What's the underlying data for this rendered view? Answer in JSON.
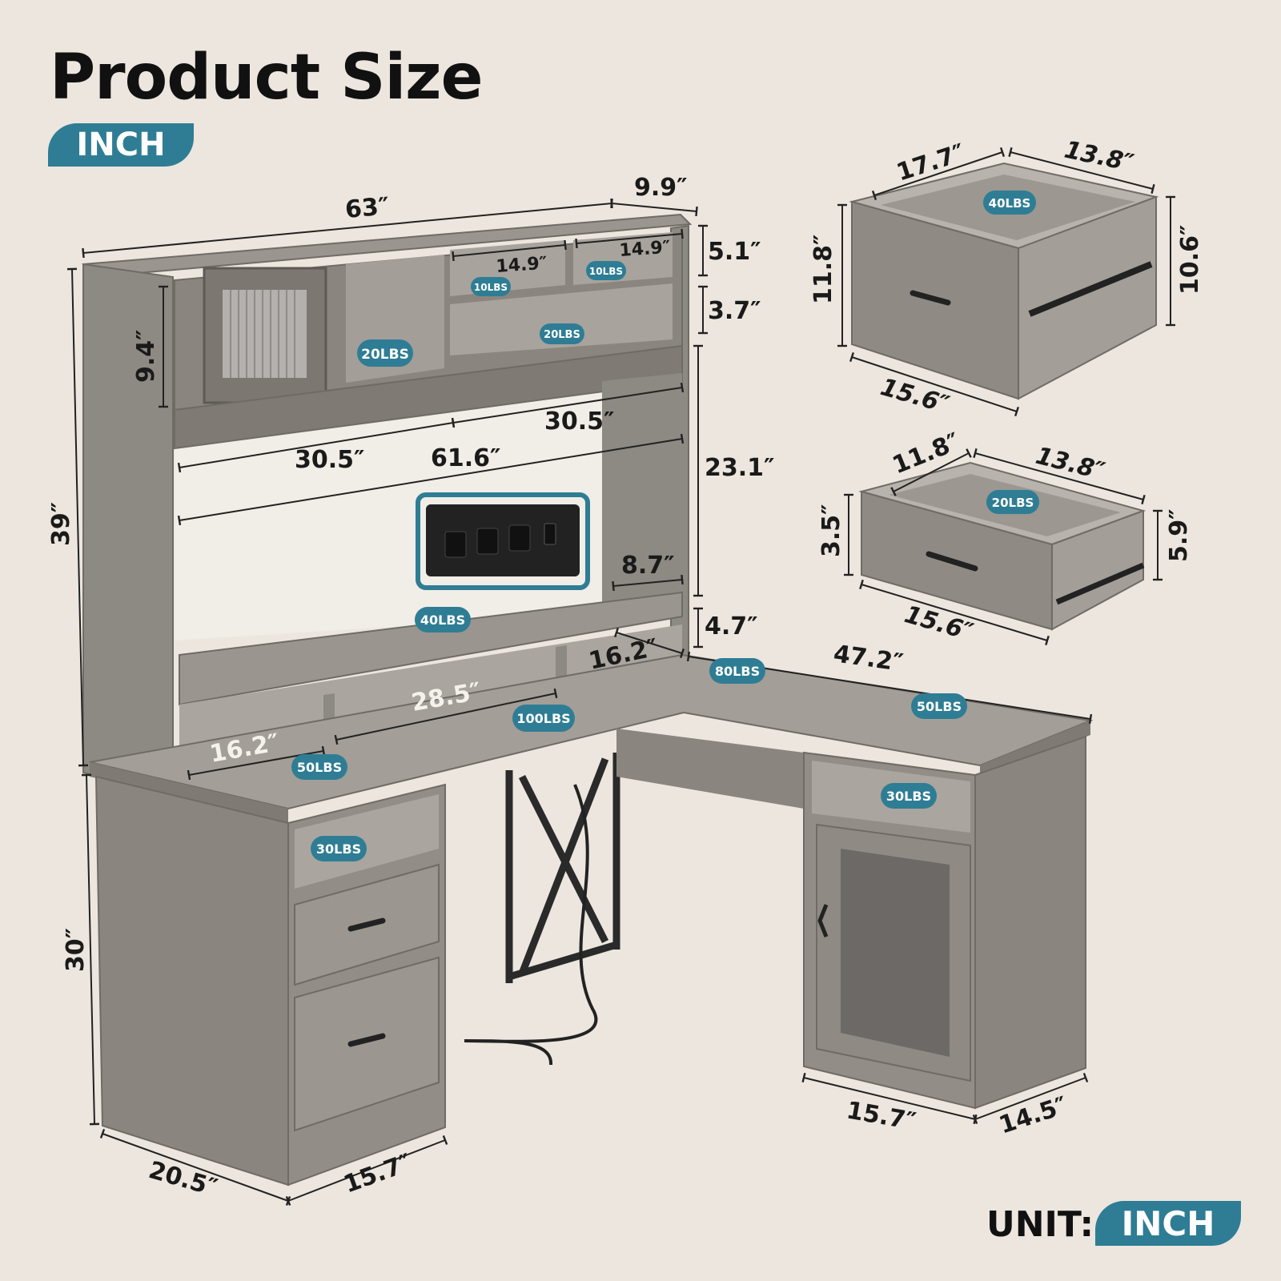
{
  "header": {
    "title": "Product Size",
    "unit_badge": "INCH"
  },
  "footer": {
    "unit_label": "UNIT:",
    "unit_badge": "INCH"
  },
  "colors": {
    "background": "#ece6de",
    "accent": "#2e7d94",
    "wood": "#8d8983",
    "wood_dark": "#6f6b65",
    "metal": "#2a2a2a",
    "dimension_text": "#1a1a1a"
  },
  "dimensions": {
    "hutch_width": "63″",
    "hutch_depth": "9.9″",
    "total_height": "39″",
    "cubby_height": "9.4″",
    "top_shelf_left": "14.9″",
    "top_shelf_right": "14.9″",
    "top_shelf_height": "5.1″",
    "mid_shelf_height": "3.7″",
    "upper_span_left": "30.5″",
    "upper_span_right": "30.5″",
    "inner_width": "61.6″",
    "open_height": "23.1″",
    "side_shelf_depth": "8.7″",
    "lower_shelf_height": "4.7″",
    "lower_right_cubby": "16.2″",
    "lower_middle_cubby": "28.5″",
    "lower_left_cubby": "16.2″",
    "return_length": "47.2″",
    "desk_height": "30″",
    "desk_depth": "20.5″",
    "left_cabinet_width": "15.7″",
    "right_cabinet_width": "15.7″",
    "right_cabinet_depth": "14.5″"
  },
  "load_ratings": {
    "cubby_left": "20LBS",
    "top_shelf_left": "10LBS",
    "top_shelf_right": "10LBS",
    "mid_shelf": "20LBS",
    "lower_shelf": "40LBS",
    "desk_left": "50LBS",
    "desk_center": "100LBS",
    "desk_corner": "80LBS",
    "desk_return": "50LBS",
    "left_cabinet_open": "30LBS",
    "right_cabinet_open": "30LBS"
  },
  "large_drawer": {
    "width": "17.7″",
    "depth": "13.8″",
    "front_height": "11.8″",
    "side_height": "10.6″",
    "bottom_width": "15.6″",
    "load": "40LBS"
  },
  "small_drawer": {
    "width": "11.8″",
    "depth": "13.8″",
    "front_height": "3.5″",
    "side_height": "5.9″",
    "bottom_width": "15.6″",
    "load": "20LBS"
  }
}
